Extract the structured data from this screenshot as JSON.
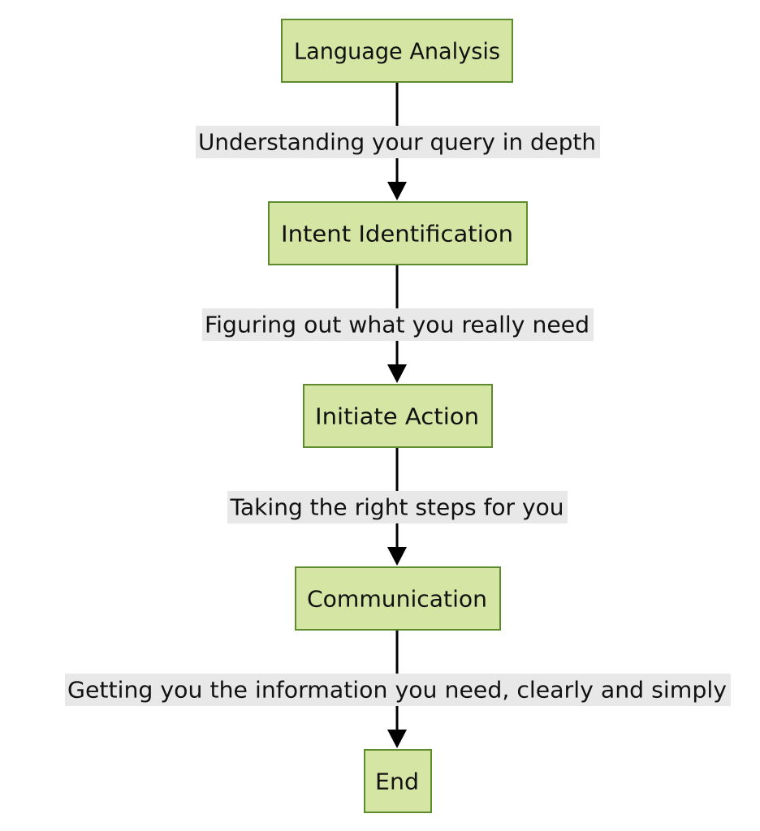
{
  "nodes": [
    {
      "id": "language-analysis",
      "label": "Language Analysis"
    },
    {
      "id": "intent-identification",
      "label": "Intent Identification"
    },
    {
      "id": "initiate-action",
      "label": "Initiate Action"
    },
    {
      "id": "communication",
      "label": "Communication"
    },
    {
      "id": "end",
      "label": "End"
    }
  ],
  "edges": [
    {
      "from": "language-analysis",
      "to": "intent-identification",
      "label": "Understanding your query in depth"
    },
    {
      "from": "intent-identification",
      "to": "initiate-action",
      "label": "Figuring out what you really need"
    },
    {
      "from": "initiate-action",
      "to": "communication",
      "label": "Taking the right steps for you"
    },
    {
      "from": "communication",
      "to": "end",
      "label": "Getting you the information you need, clearly and simply"
    }
  ],
  "colors": {
    "node_fill": "#d5e5a3",
    "node_stroke": "#5d8b2d",
    "edge": "#000000",
    "label_bg": "#e8e8e8"
  }
}
